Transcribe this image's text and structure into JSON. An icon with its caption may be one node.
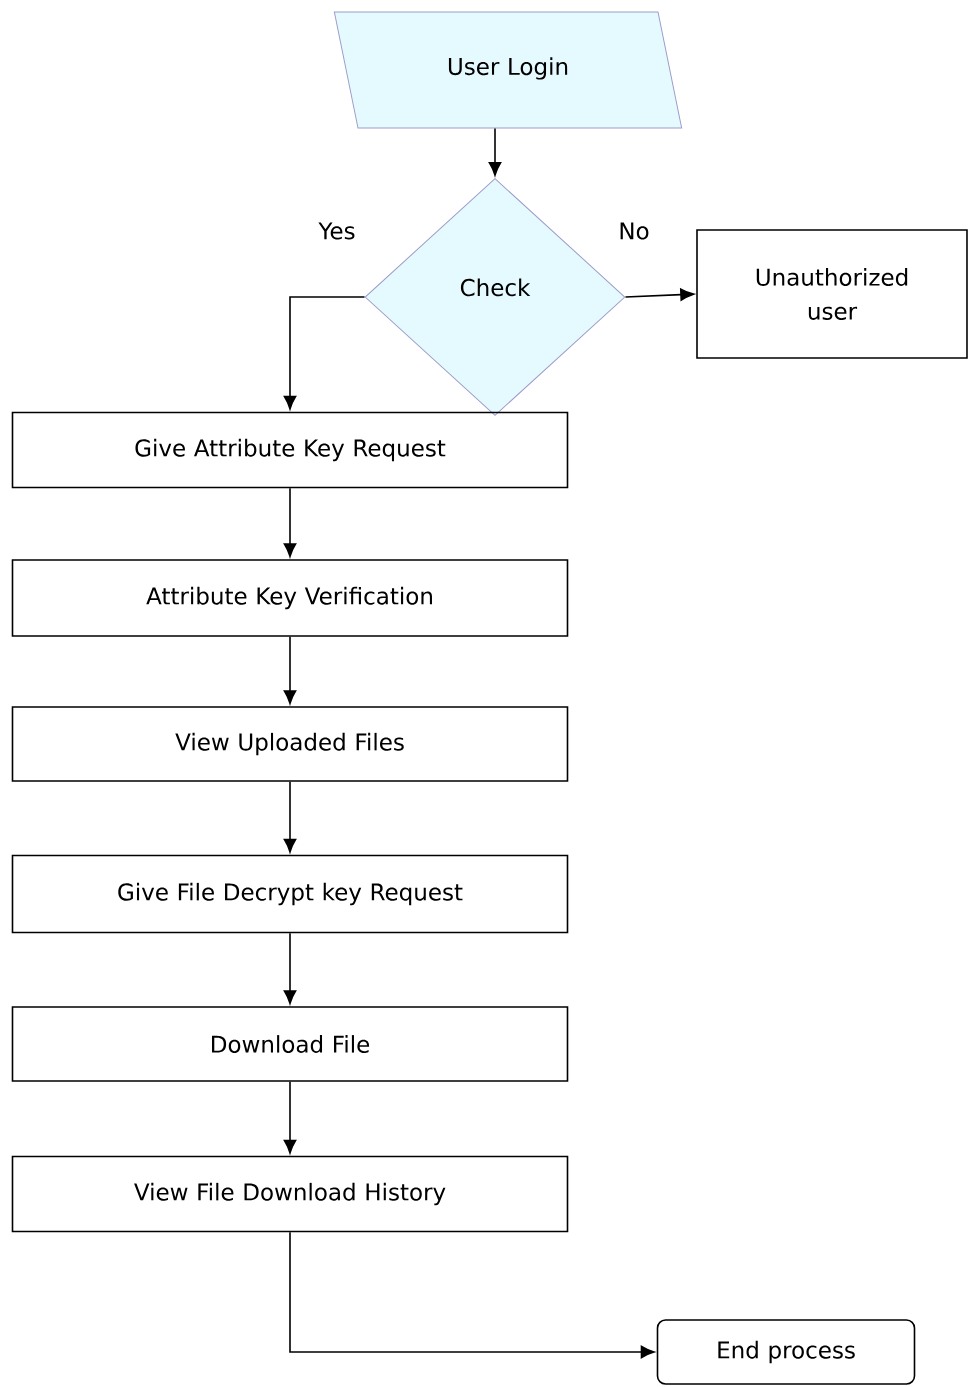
{
  "diagram": {
    "nodes": [
      {
        "text": [
          "User Login"
        ]
      },
      {
        "text": [
          "Check"
        ]
      },
      {
        "text": [
          "Unauthorized user"
        ]
      },
      {
        "text": [
          "Give Attribute Key Request"
        ]
      },
      {
        "text": [
          "Attribute Key Verification"
        ]
      },
      {
        "text": [
          "View Uploaded Files"
        ]
      },
      {
        "text": [
          "Give File Decrypt key Request"
        ]
      },
      {
        "text": [
          "Download File"
        ]
      },
      {
        "text": [
          "View File Download History"
        ]
      },
      {
        "text": [
          "End process"
        ]
      }
    ],
    "edges": [
      {
        "from": 0,
        "to": 1,
        "arrow": "to"
      },
      {
        "from": 1,
        "to": 2,
        "arrow": "to",
        "label": "No"
      },
      {
        "from": 1,
        "to": 3,
        "arrow": "to",
        "label": "Yes"
      },
      {
        "from": 3,
        "to": 4,
        "arrow": "to"
      },
      {
        "from": 4,
        "to": 5,
        "arrow": "to"
      },
      {
        "from": 5,
        "to": 6,
        "arrow": "to"
      },
      {
        "from": 6,
        "to": 7,
        "arrow": "to"
      },
      {
        "from": 7,
        "to": 8,
        "arrow": "to"
      },
      {
        "from": 8,
        "to": 9,
        "arrow": "to"
      }
    ]
  }
}
